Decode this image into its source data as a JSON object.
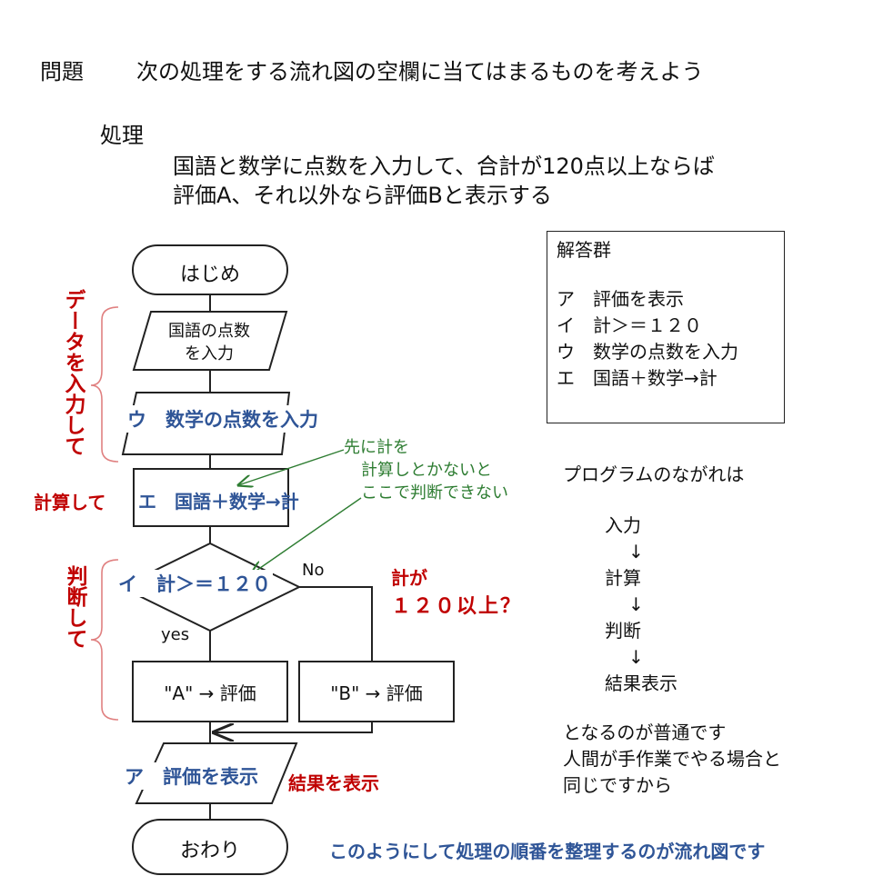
{
  "header": {
    "label": "問題",
    "text": "次の処理をする流れ図の空欄に当てはまるものを考えよう"
  },
  "process": {
    "heading": "処理",
    "line1": "国語と数学に点数を入力して、合計が120点以上ならば",
    "line2": "評価A、それ以外なら評価Bと表示する"
  },
  "flowchart": {
    "start": "はじめ",
    "input1_line1": "国語の点数",
    "input1_line2": "を入力",
    "input2": "ウ　数学の点数を入力",
    "calc": "エ　国語＋数学→計",
    "decision": "イ　計＞＝１２０",
    "yes": "yes",
    "no": "No",
    "assign_a": "\"A\"  →  評価",
    "assign_b": "\"B\"  →  評価",
    "output": "ア　評価を表示",
    "end": "おわり"
  },
  "annotations": {
    "data_input": "データを入力して",
    "calc": "計算して",
    "judge": "判断して",
    "result": "結果を表示",
    "sum_q1": "計が",
    "sum_q2": "１２０以上？",
    "note1": "先に計を",
    "note2": "計算しとかないと",
    "note3": "ここで判断できない"
  },
  "answers": {
    "title": "解答群",
    "items": [
      "ア　評価を表示",
      "イ　計＞＝１２０",
      "ウ　数学の点数を入力",
      "エ　国語＋数学→計"
    ]
  },
  "program_flow": {
    "title": "プログラムのながれは",
    "steps": [
      "入力",
      "計算",
      "判断",
      "結果表示"
    ],
    "arrow": "↓",
    "conclusion1": "となるのが普通です",
    "conclusion2": "人間が手作業でやる場合と",
    "conclusion3": "同じですから"
  },
  "footer": "このようにして処理の順番を整理するのが流れ図です",
  "colors": {
    "blue": "#2f5597",
    "red": "#c00000",
    "green": "#2e7d32"
  }
}
